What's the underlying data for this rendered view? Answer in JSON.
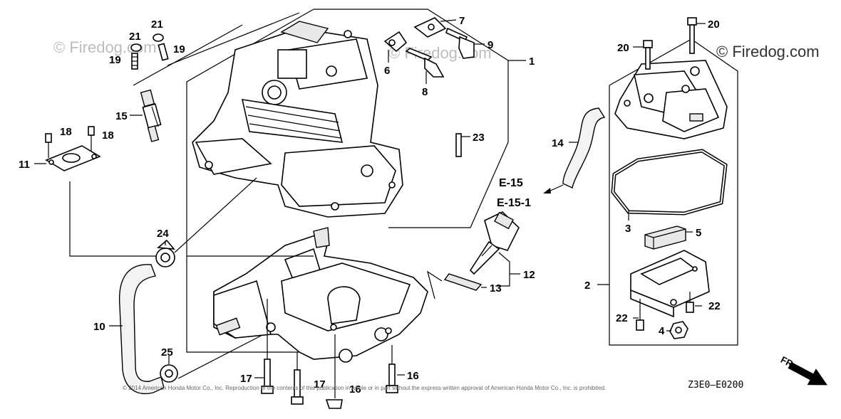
{
  "watermarks": {
    "top_left": "© Firedog.com",
    "top_middle": "© Firedog.com",
    "top_right": "© Firedog.com"
  },
  "callouts": {
    "c1": "1",
    "c2": "2",
    "c3": "3",
    "c4": "4",
    "c5": "5",
    "c6": "6",
    "c7": "7",
    "c8": "8",
    "c9": "9",
    "c10": "10",
    "c11": "11",
    "c12": "12",
    "c13": "13",
    "c14": "14",
    "c15": "15",
    "c16a": "16",
    "c16b": "16",
    "c17a": "17",
    "c17b": "17",
    "c18a": "18",
    "c18b": "18",
    "c19a": "19",
    "c19b": "19",
    "c20a": "20",
    "c20b": "20",
    "c21a": "21",
    "c21b": "21",
    "c22a": "22",
    "c22b": "22",
    "c23": "23",
    "c24": "24",
    "c25": "25"
  },
  "references": {
    "ref1": "E-15",
    "ref2": "E-15-1"
  },
  "diagram_code": "Z3E0—E0200",
  "front_label": "FR.",
  "copyright": "© 2014 American Honda Motor Co., Inc. Reproduction of the contents of this publication in whole or in part without the express written approval of American Honda Motor Co., Inc. is prohibited."
}
